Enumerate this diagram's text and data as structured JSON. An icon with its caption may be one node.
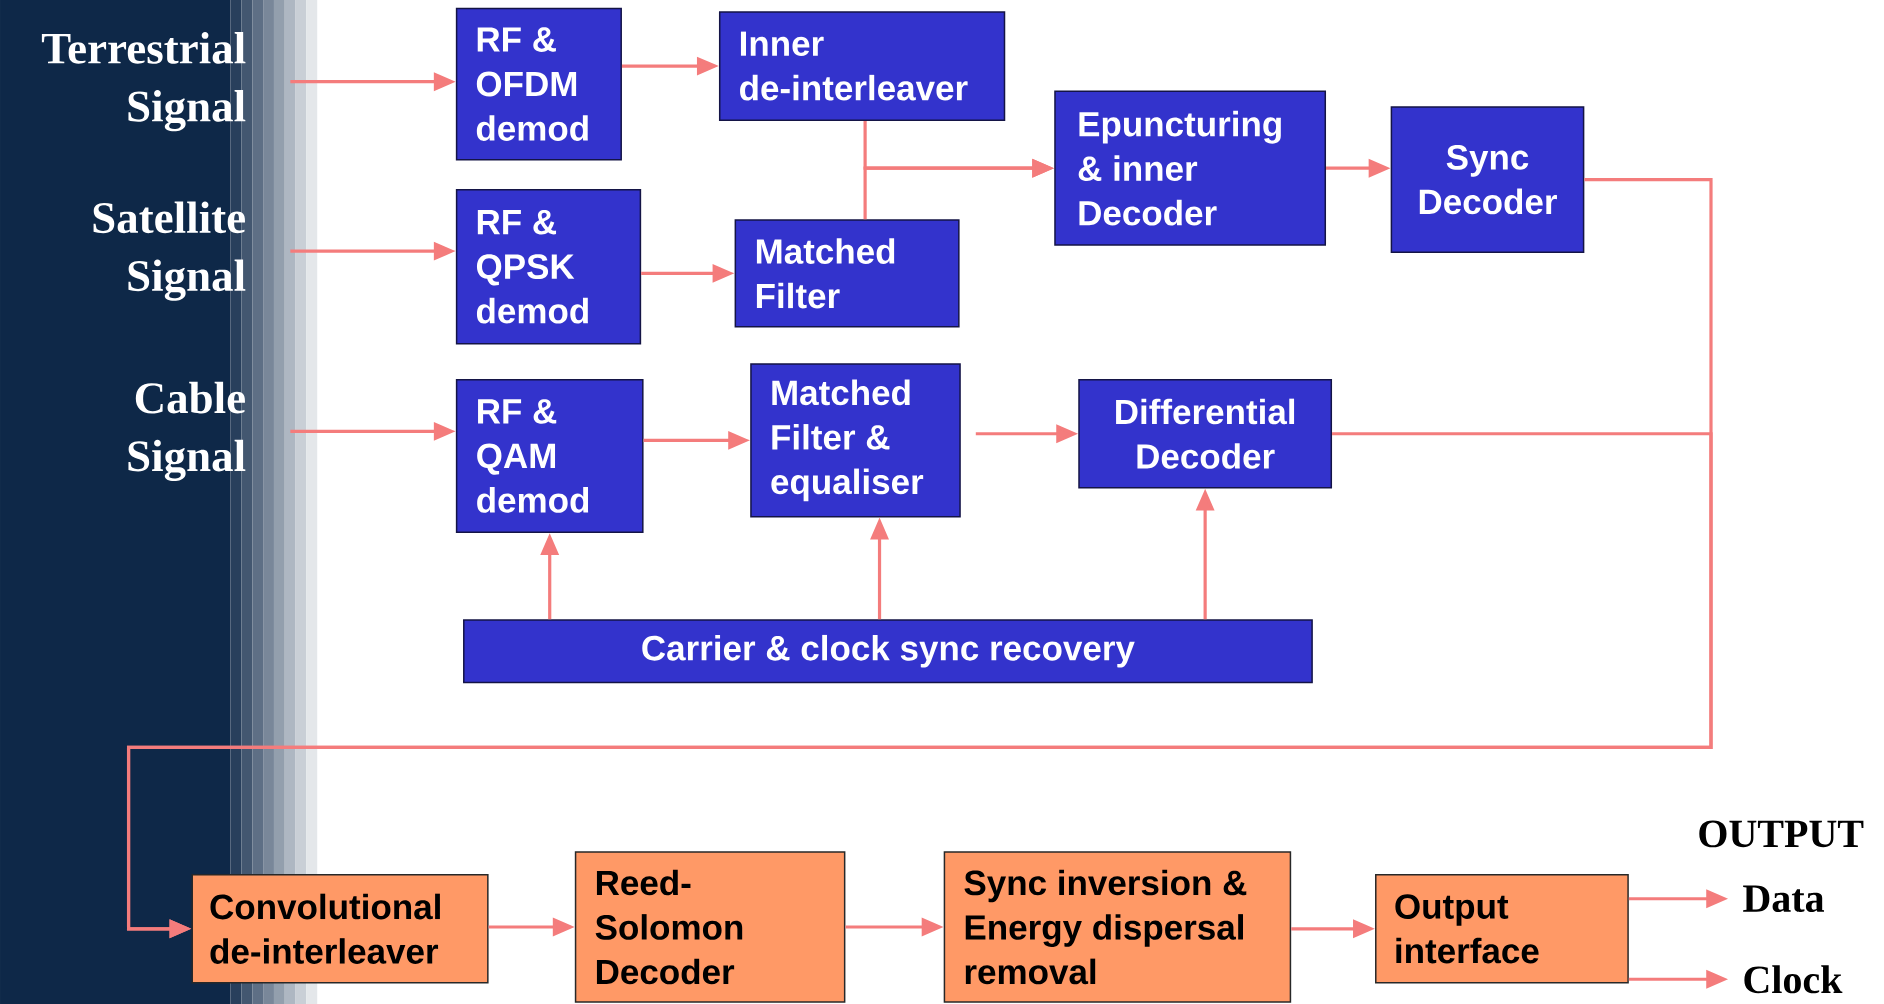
{
  "diagram": {
    "nodes": [
      {
        "text": [
          "Terrestrial Signal"
        ]
      },
      {
        "text": [
          "Satellite Signal"
        ]
      },
      {
        "text": [
          "Cable Signal"
        ]
      },
      {
        "text": [
          "RF & OFDM demod"
        ]
      },
      {
        "text": [
          "Inner de-interleaver"
        ]
      },
      {
        "text": [
          "RF & QPSK demod"
        ]
      },
      {
        "text": [
          "Matched Filter"
        ]
      },
      {
        "text": [
          "Epuncturing & inner Decoder"
        ]
      },
      {
        "text": [
          "Sync Decoder"
        ]
      },
      {
        "text": [
          "RF & QAM demod"
        ]
      },
      {
        "text": [
          "Matched Filter & equaliser"
        ]
      },
      {
        "text": [
          "Differential Decoder"
        ]
      },
      {
        "text": [
          "Carrier & clock sync recovery"
        ]
      },
      {
        "text": [
          "Convolutional de-interleaver"
        ]
      },
      {
        "text": [
          "Reed-Solomon Decoder"
        ]
      },
      {
        "text": [
          "Sync inversion & Energy dispersal removal"
        ]
      },
      {
        "text": [
          "Output interface"
        ]
      },
      {
        "text": [
          "Data"
        ]
      },
      {
        "text": [
          "Clock"
        ]
      }
    ],
    "edges": [
      {
        "from": 0,
        "to": 3,
        "arrow": "to"
      },
      {
        "from": 3,
        "to": 4,
        "arrow": "to"
      },
      {
        "from": 1,
        "to": 5,
        "arrow": "to"
      },
      {
        "from": 5,
        "to": 6,
        "arrow": "to"
      },
      {
        "from": 4,
        "to": 7,
        "arrow": "to"
      },
      {
        "from": 6,
        "to": 7,
        "arrow": "to"
      },
      {
        "from": 7,
        "to": 8,
        "arrow": "to"
      },
      {
        "from": 8,
        "to": 13,
        "arrow": "to"
      },
      {
        "from": 11,
        "to": 13,
        "arrow": "to"
      },
      {
        "from": 2,
        "to": 9,
        "arrow": "to"
      },
      {
        "from": 9,
        "to": 10,
        "arrow": "to"
      },
      {
        "from": 10,
        "to": 11,
        "arrow": "to"
      },
      {
        "from": 12,
        "to": 9,
        "arrow": "to"
      },
      {
        "from": 12,
        "to": 10,
        "arrow": "to"
      },
      {
        "from": 12,
        "to": 11,
        "arrow": "to"
      },
      {
        "from": 13,
        "to": 14,
        "arrow": "to"
      },
      {
        "from": 14,
        "to": 15,
        "arrow": "to"
      },
      {
        "from": 15,
        "to": 16,
        "arrow": "to"
      },
      {
        "from": 16,
        "to": 17,
        "arrow": "to"
      },
      {
        "from": 16,
        "to": 18,
        "arrow": "to"
      }
    ],
    "labels": [
      "OUTPUT"
    ]
  }
}
